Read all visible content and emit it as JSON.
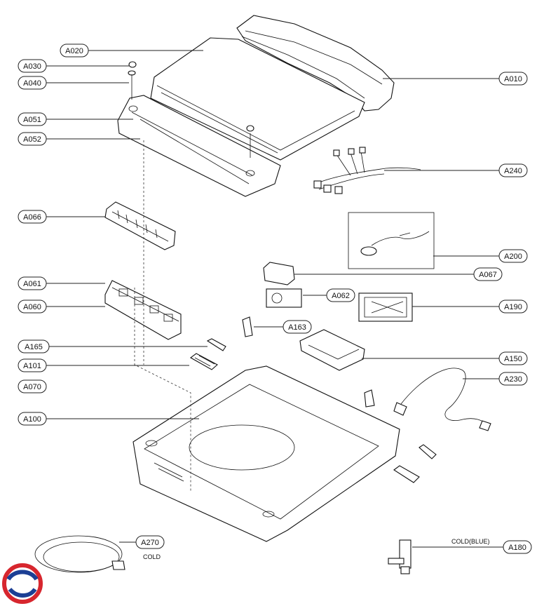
{
  "labels": {
    "A010": "A010",
    "A020": "A020",
    "A030": "A030",
    "A040": "A040",
    "A051": "A051",
    "A052": "A052",
    "A060": "A060",
    "A061": "A061",
    "A062": "A062",
    "A066": "A066",
    "A067": "A067",
    "A070": "A070",
    "A100": "A100",
    "A101": "A101",
    "A150": "A150",
    "A163": "A163",
    "A165": "A165",
    "A180": "A180",
    "A190": "A190",
    "A200": "A200",
    "A230": "A230",
    "A240": "A240",
    "A270": "A270"
  },
  "notes": {
    "cold": "COLD",
    "cold_blue": "COLD(BLUE)"
  },
  "colors": {
    "line": "#111111",
    "logo_red": "#d7262e",
    "logo_blue": "#1c3f94"
  },
  "icons": {
    "logo": "brand-logo-icon"
  }
}
